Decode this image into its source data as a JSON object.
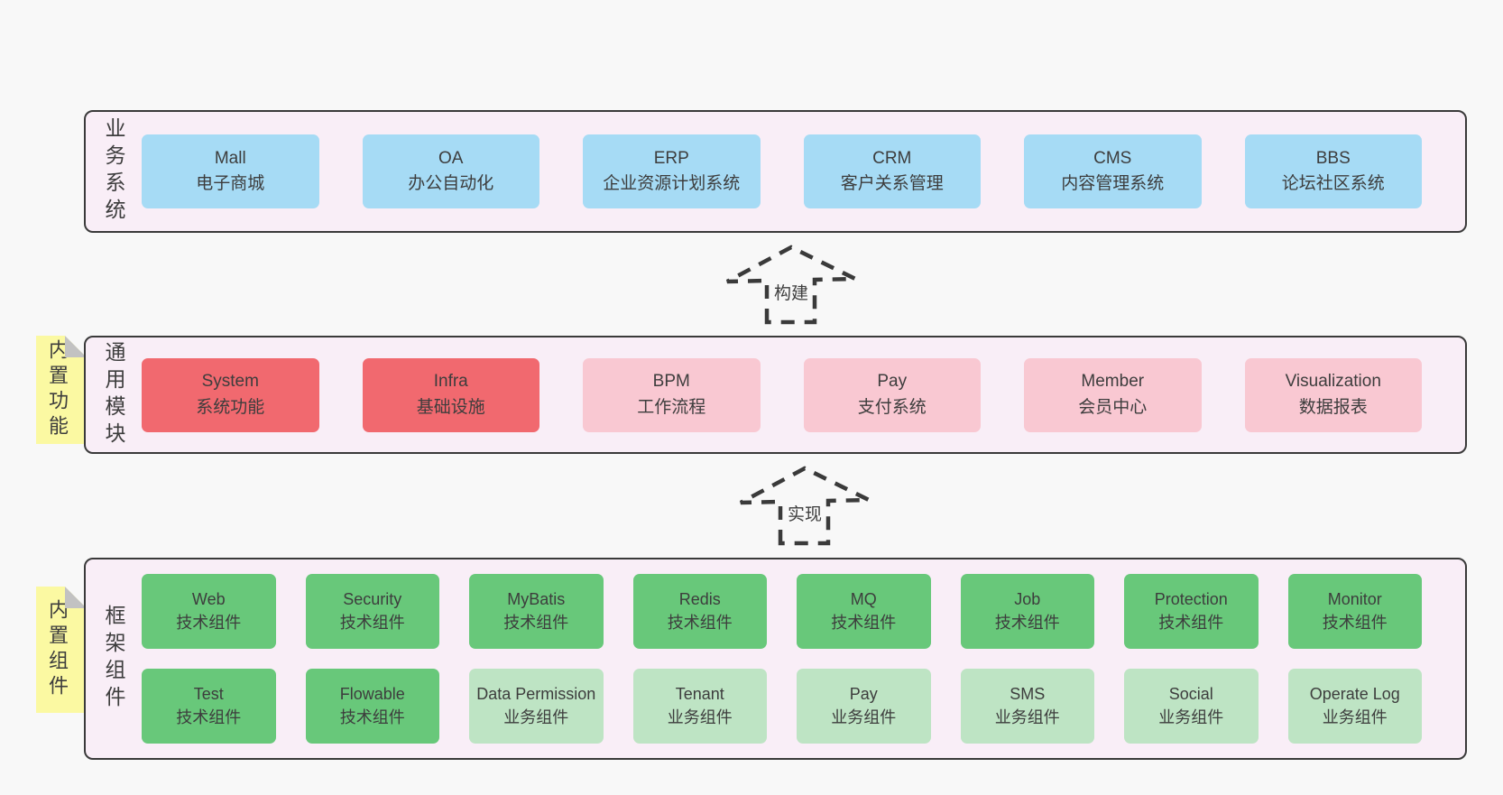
{
  "colors": {
    "page_bg": "#f8f8f8",
    "panel_bg": "#f9eef7",
    "panel_border": "#3a3a3a",
    "blue_box": "#a6dbf5",
    "red_box": "#f1696f",
    "pink_box": "#f9c8d2",
    "green_dark_box": "#68c87a",
    "green_light_box": "#bee4c4",
    "note_yellow": "#fbf9a2",
    "note_fold_gray": "#c2c2c2",
    "text": "#3d3d3d"
  },
  "arrows": {
    "build_label": "构建",
    "implement_label": "实现"
  },
  "business": {
    "side_label": "业务系统",
    "boxes": [
      {
        "title": "Mall",
        "subtitle": "电子商城"
      },
      {
        "title": "OA",
        "subtitle": "办公自动化"
      },
      {
        "title": "ERP",
        "subtitle": "企业资源计划系统"
      },
      {
        "title": "CRM",
        "subtitle": "客户关系管理"
      },
      {
        "title": "CMS",
        "subtitle": "内容管理系统"
      },
      {
        "title": "BBS",
        "subtitle": "论坛社区系统"
      }
    ]
  },
  "modules": {
    "side_label": "通用模块",
    "note_label": "内置功能",
    "boxes": [
      {
        "title": "System",
        "subtitle": "系统功能",
        "variant": "red"
      },
      {
        "title": "Infra",
        "subtitle": "基础设施",
        "variant": "red"
      },
      {
        "title": "BPM",
        "subtitle": "工作流程",
        "variant": "pink"
      },
      {
        "title": "Pay",
        "subtitle": "支付系统",
        "variant": "pink"
      },
      {
        "title": "Member",
        "subtitle": "会员中心",
        "variant": "pink"
      },
      {
        "title": "Visualization",
        "subtitle": "数据报表",
        "variant": "pink"
      }
    ]
  },
  "components": {
    "side_label": "框架组件",
    "note_label": "内置组件",
    "row1": [
      {
        "title": "Web",
        "subtitle": "技术组件",
        "variant": "dark"
      },
      {
        "title": "Security",
        "subtitle": "技术组件",
        "variant": "dark"
      },
      {
        "title": "MyBatis",
        "subtitle": "技术组件",
        "variant": "dark"
      },
      {
        "title": "Redis",
        "subtitle": "技术组件",
        "variant": "dark"
      },
      {
        "title": "MQ",
        "subtitle": "技术组件",
        "variant": "dark"
      },
      {
        "title": "Job",
        "subtitle": "技术组件",
        "variant": "dark"
      },
      {
        "title": "Protection",
        "subtitle": "技术组件",
        "variant": "dark"
      },
      {
        "title": "Monitor",
        "subtitle": "技术组件",
        "variant": "dark"
      }
    ],
    "row2": [
      {
        "title": "Test",
        "subtitle": "技术组件",
        "variant": "dark"
      },
      {
        "title": "Flowable",
        "subtitle": "技术组件",
        "variant": "dark"
      },
      {
        "title": "Data Permission",
        "subtitle": "业务组件",
        "variant": "light"
      },
      {
        "title": "Tenant",
        "subtitle": "业务组件",
        "variant": "light"
      },
      {
        "title": "Pay",
        "subtitle": "业务组件",
        "variant": "light"
      },
      {
        "title": "SMS",
        "subtitle": "业务组件",
        "variant": "light"
      },
      {
        "title": "Social",
        "subtitle": "业务组件",
        "variant": "light"
      },
      {
        "title": "Operate Log",
        "subtitle": "业务组件",
        "variant": "light"
      }
    ]
  }
}
